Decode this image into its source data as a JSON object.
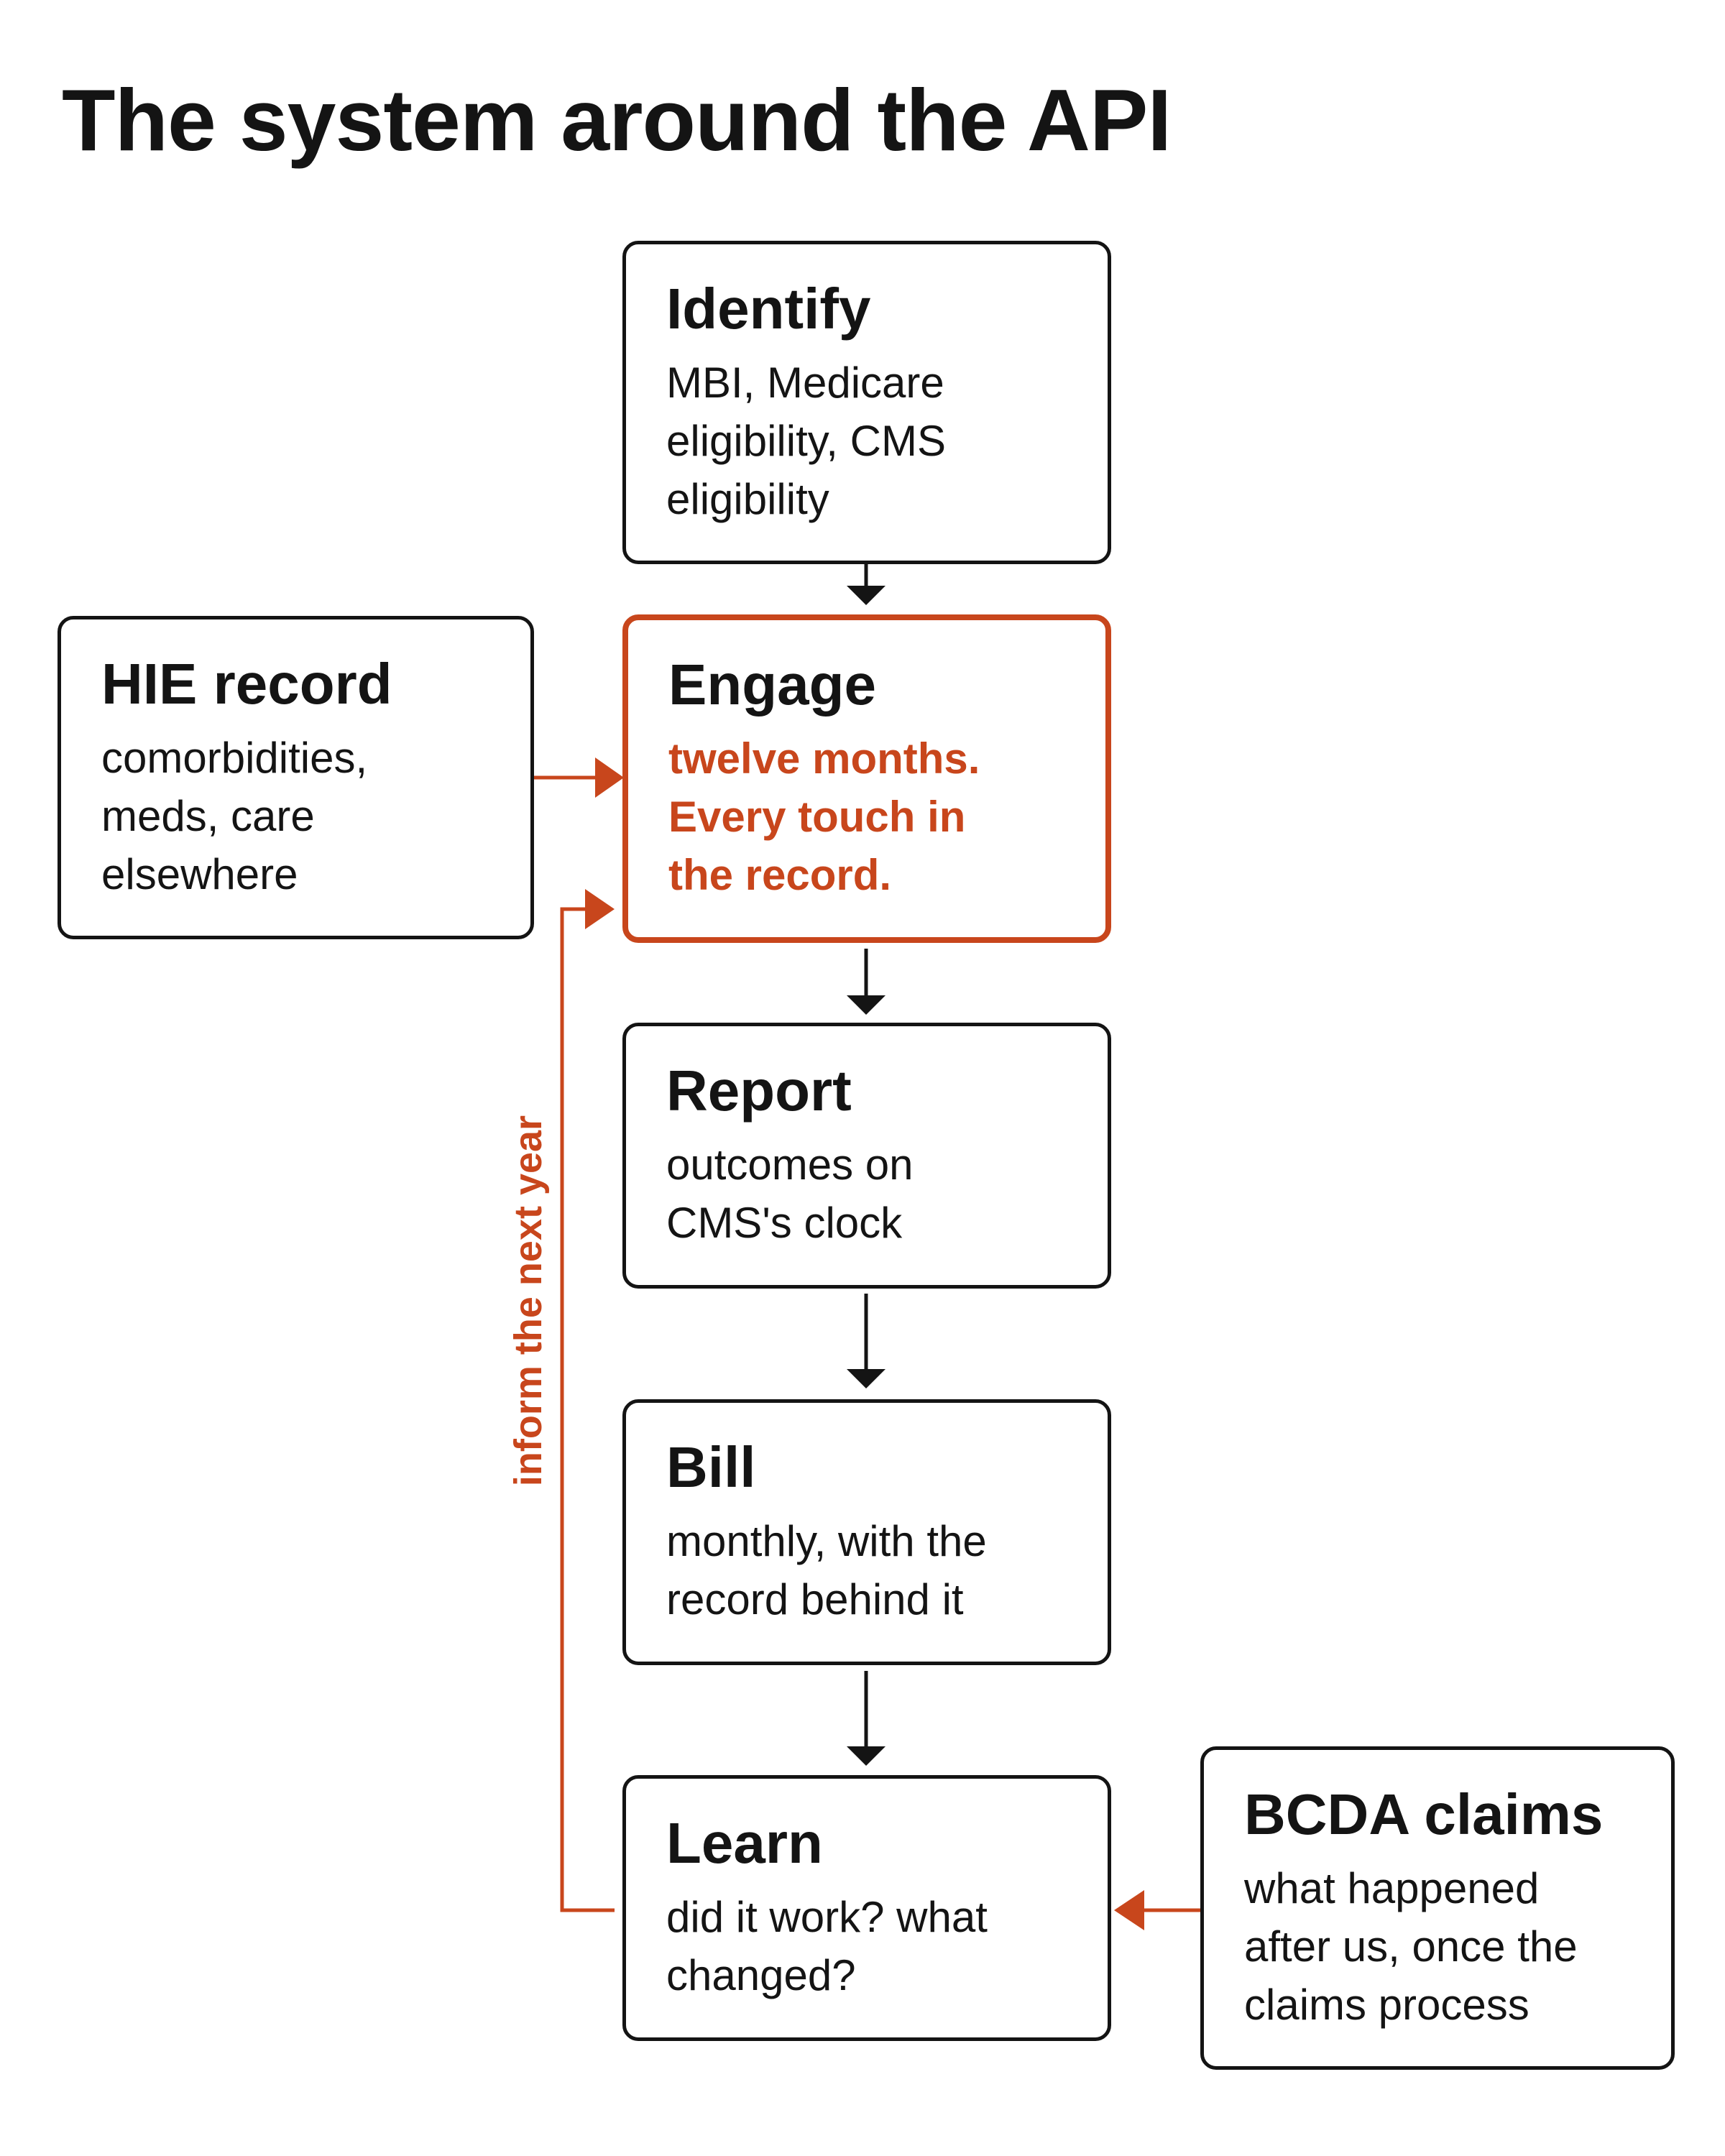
{
  "title": "The system around the API",
  "colors": {
    "ink": "#141414",
    "accent": "#c8461c",
    "background": "#ffffff"
  },
  "steps": [
    {
      "id": "identify",
      "heading": "Identify",
      "body": "MBI, Medicare\neligibility, CMS\neligibility",
      "highlight": false
    },
    {
      "id": "engage",
      "heading": "Engage",
      "body": "twelve months.\nEvery touch in\nthe record.",
      "highlight": true
    },
    {
      "id": "report",
      "heading": "Report",
      "body": "outcomes on\nCMS's clock",
      "highlight": false
    },
    {
      "id": "bill",
      "heading": "Bill",
      "body": "monthly, with the\nrecord behind it",
      "highlight": false
    },
    {
      "id": "learn",
      "heading": "Learn",
      "body": "did it work? what\nchanged?",
      "highlight": false
    }
  ],
  "inputs": [
    {
      "id": "hie",
      "heading": "HIE record",
      "body": "comorbidities,\nmeds, care\nelsewhere",
      "feeds": "engage"
    },
    {
      "id": "bcda",
      "heading": "BCDA claims",
      "body": "what happened\nafter us, once the\nclaims process",
      "feeds": "learn"
    }
  ],
  "loop": {
    "label": "inform the next year",
    "from": "learn",
    "to": "engage"
  }
}
